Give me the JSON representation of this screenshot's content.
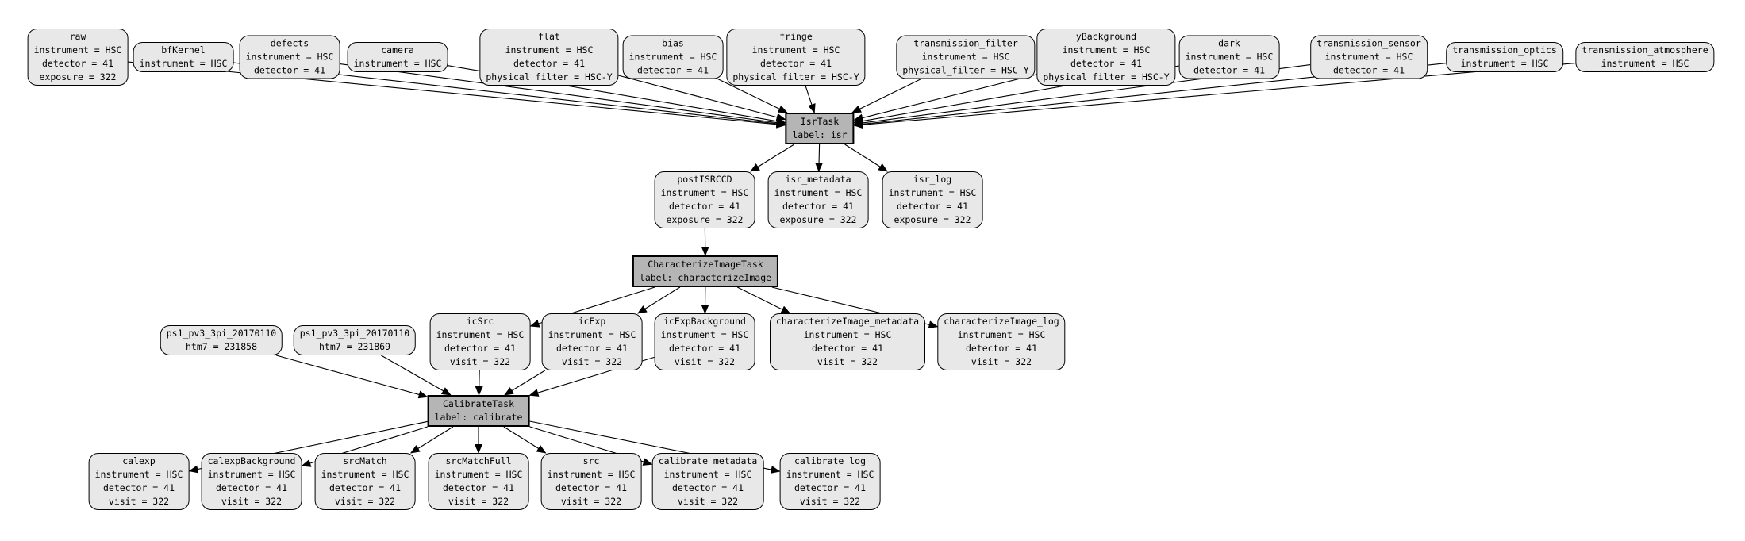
{
  "diagram": {
    "kind": "pipeline-graph",
    "colors": {
      "background": "#ffffff",
      "dataset_fill": "#e8e8e8",
      "task_fill": "#b5b5b5",
      "border": "#000000",
      "edge": "#000000",
      "text": "#000000"
    },
    "nodes": [
      {
        "id": "raw",
        "kind": "dataset",
        "title": "raw",
        "attrs": [
          "instrument = HSC",
          "detector = 41",
          "exposure = 322"
        ]
      },
      {
        "id": "bfKernel",
        "kind": "dataset",
        "title": "bfKernel",
        "attrs": [
          "instrument = HSC"
        ]
      },
      {
        "id": "defects",
        "kind": "dataset",
        "title": "defects",
        "attrs": [
          "instrument = HSC",
          "detector = 41"
        ]
      },
      {
        "id": "camera",
        "kind": "dataset",
        "title": "camera",
        "attrs": [
          "instrument = HSC"
        ]
      },
      {
        "id": "flat",
        "kind": "dataset",
        "title": "flat",
        "attrs": [
          "instrument = HSC",
          "detector = 41",
          "physical_filter = HSC-Y"
        ]
      },
      {
        "id": "bias",
        "kind": "dataset",
        "title": "bias",
        "attrs": [
          "instrument = HSC",
          "detector = 41"
        ]
      },
      {
        "id": "fringe",
        "kind": "dataset",
        "title": "fringe",
        "attrs": [
          "instrument = HSC",
          "detector = 41",
          "physical_filter = HSC-Y"
        ]
      },
      {
        "id": "transmission_filter",
        "kind": "dataset",
        "title": "transmission_filter",
        "attrs": [
          "instrument = HSC",
          "physical_filter = HSC-Y"
        ]
      },
      {
        "id": "yBackground",
        "kind": "dataset",
        "title": "yBackground",
        "attrs": [
          "instrument = HSC",
          "detector = 41",
          "physical_filter = HSC-Y"
        ]
      },
      {
        "id": "dark",
        "kind": "dataset",
        "title": "dark",
        "attrs": [
          "instrument = HSC",
          "detector = 41"
        ]
      },
      {
        "id": "transmission_sensor",
        "kind": "dataset",
        "title": "transmission_sensor",
        "attrs": [
          "instrument = HSC",
          "detector = 41"
        ]
      },
      {
        "id": "transmission_optics",
        "kind": "dataset",
        "title": "transmission_optics",
        "attrs": [
          "instrument = HSC"
        ]
      },
      {
        "id": "transmission_atmosphere",
        "kind": "dataset",
        "title": "transmission_atmosphere",
        "attrs": [
          "instrument = HSC"
        ]
      },
      {
        "id": "isr",
        "kind": "task",
        "title": "IsrTask",
        "attrs": [
          "label: isr"
        ]
      },
      {
        "id": "postISRCCD",
        "kind": "dataset",
        "title": "postISRCCD",
        "attrs": [
          "instrument = HSC",
          "detector = 41",
          "exposure = 322"
        ]
      },
      {
        "id": "isr_metadata",
        "kind": "dataset",
        "title": "isr_metadata",
        "attrs": [
          "instrument = HSC",
          "detector = 41",
          "exposure = 322"
        ]
      },
      {
        "id": "isr_log",
        "kind": "dataset",
        "title": "isr_log",
        "attrs": [
          "instrument = HSC",
          "detector = 41",
          "exposure = 322"
        ]
      },
      {
        "id": "characterizeImage",
        "kind": "task",
        "title": "CharacterizeImageTask",
        "attrs": [
          "label: characterizeImage"
        ]
      },
      {
        "id": "ps1_231858",
        "kind": "dataset",
        "title": "ps1_pv3_3pi_20170110",
        "attrs": [
          "htm7 = 231858"
        ]
      },
      {
        "id": "ps1_231869",
        "kind": "dataset",
        "title": "ps1_pv3_3pi_20170110",
        "attrs": [
          "htm7 = 231869"
        ]
      },
      {
        "id": "icSrc",
        "kind": "dataset",
        "title": "icSrc",
        "attrs": [
          "instrument = HSC",
          "detector = 41",
          "visit = 322"
        ]
      },
      {
        "id": "icExp",
        "kind": "dataset",
        "title": "icExp",
        "attrs": [
          "instrument = HSC",
          "detector = 41",
          "visit = 322"
        ]
      },
      {
        "id": "icExpBackground",
        "kind": "dataset",
        "title": "icExpBackground",
        "attrs": [
          "instrument = HSC",
          "detector = 41",
          "visit = 322"
        ]
      },
      {
        "id": "characterizeImage_metadata",
        "kind": "dataset",
        "title": "characterizeImage_metadata",
        "attrs": [
          "instrument = HSC",
          "detector = 41",
          "visit = 322"
        ]
      },
      {
        "id": "characterizeImage_log",
        "kind": "dataset",
        "title": "characterizeImage_log",
        "attrs": [
          "instrument = HSC",
          "detector = 41",
          "visit = 322"
        ]
      },
      {
        "id": "calibrate",
        "kind": "task",
        "title": "CalibrateTask",
        "attrs": [
          "label: calibrate"
        ]
      },
      {
        "id": "calexp",
        "kind": "dataset",
        "title": "calexp",
        "attrs": [
          "instrument = HSC",
          "detector = 41",
          "visit = 322"
        ]
      },
      {
        "id": "calexpBackground",
        "kind": "dataset",
        "title": "calexpBackground",
        "attrs": [
          "instrument = HSC",
          "detector = 41",
          "visit = 322"
        ]
      },
      {
        "id": "srcMatch",
        "kind": "dataset",
        "title": "srcMatch",
        "attrs": [
          "instrument = HSC",
          "detector = 41",
          "visit = 322"
        ]
      },
      {
        "id": "srcMatchFull",
        "kind": "dataset",
        "title": "srcMatchFull",
        "attrs": [
          "instrument = HSC",
          "detector = 41",
          "visit = 322"
        ]
      },
      {
        "id": "src",
        "kind": "dataset",
        "title": "src",
        "attrs": [
          "instrument = HSC",
          "detector = 41",
          "visit = 322"
        ]
      },
      {
        "id": "calibrate_metadata",
        "kind": "dataset",
        "title": "calibrate_metadata",
        "attrs": [
          "instrument = HSC",
          "detector = 41",
          "visit = 322"
        ]
      },
      {
        "id": "calibrate_log",
        "kind": "dataset",
        "title": "calibrate_log",
        "attrs": [
          "instrument = HSC",
          "detector = 41",
          "visit = 322"
        ]
      }
    ],
    "edges": [
      [
        "raw",
        "isr"
      ],
      [
        "bfKernel",
        "isr"
      ],
      [
        "defects",
        "isr"
      ],
      [
        "camera",
        "isr"
      ],
      [
        "flat",
        "isr"
      ],
      [
        "bias",
        "isr"
      ],
      [
        "fringe",
        "isr"
      ],
      [
        "transmission_filter",
        "isr"
      ],
      [
        "yBackground",
        "isr"
      ],
      [
        "dark",
        "isr"
      ],
      [
        "transmission_sensor",
        "isr"
      ],
      [
        "transmission_optics",
        "isr"
      ],
      [
        "transmission_atmosphere",
        "isr"
      ],
      [
        "isr",
        "postISRCCD"
      ],
      [
        "isr",
        "isr_metadata"
      ],
      [
        "isr",
        "isr_log"
      ],
      [
        "postISRCCD",
        "characterizeImage"
      ],
      [
        "characterizeImage",
        "icSrc"
      ],
      [
        "characterizeImage",
        "icExp"
      ],
      [
        "characterizeImage",
        "icExpBackground"
      ],
      [
        "characterizeImage",
        "characterizeImage_metadata"
      ],
      [
        "characterizeImage",
        "characterizeImage_log"
      ],
      [
        "ps1_231858",
        "calibrate"
      ],
      [
        "ps1_231869",
        "calibrate"
      ],
      [
        "icSrc",
        "calibrate"
      ],
      [
        "icExp",
        "calibrate"
      ],
      [
        "icExpBackground",
        "calibrate"
      ],
      [
        "calibrate",
        "calexp"
      ],
      [
        "calibrate",
        "calexpBackground"
      ],
      [
        "calibrate",
        "srcMatch"
      ],
      [
        "calibrate",
        "srcMatchFull"
      ],
      [
        "calibrate",
        "src"
      ],
      [
        "calibrate",
        "calibrate_metadata"
      ],
      [
        "calibrate",
        "calibrate_log"
      ]
    ]
  }
}
